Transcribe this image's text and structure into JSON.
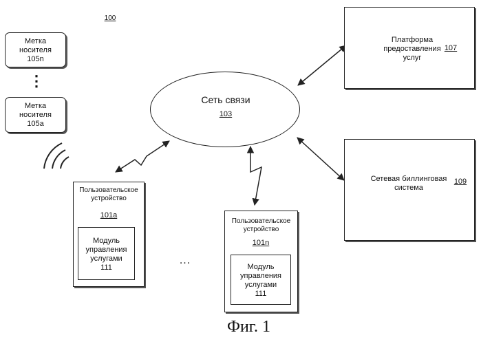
{
  "figure_ref": "100",
  "carrier_tag_n": {
    "line1": "Метка",
    "line2": "носителя",
    "id": "105n"
  },
  "carrier_tag_a": {
    "line1": "Метка",
    "line2": "носителя",
    "id": "105a"
  },
  "vertical_ellipsis": "⋮",
  "network": {
    "label": "Сеть связи",
    "id": "103"
  },
  "platform": {
    "line1": "Платформа",
    "line2": "предоставления",
    "line3": "услуг",
    "id": "107"
  },
  "billing": {
    "line1": "Сетевая биллинговая",
    "line2": "система",
    "id": "109"
  },
  "device_a": {
    "line1": "Пользовательское",
    "line2": "устройство",
    "id": "101a",
    "module": {
      "line1": "Модуль",
      "line2": "управления",
      "line3": "услугами",
      "id": "111"
    }
  },
  "device_n": {
    "line1": "Пользовательское",
    "line2": "устройство",
    "id": "101n",
    "module": {
      "line1": "Модуль",
      "line2": "управления",
      "line3": "услугами",
      "id": "111"
    }
  },
  "horizontal_ellipsis": "...",
  "caption": "Фиг. 1"
}
